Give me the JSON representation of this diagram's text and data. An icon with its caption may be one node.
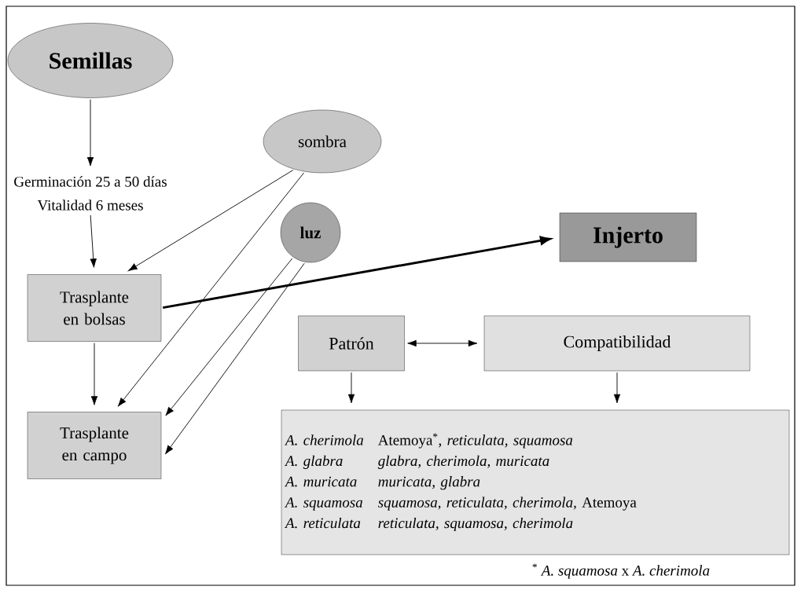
{
  "diagram": {
    "nodes": [
      {
        "text": [
          "Semillas"
        ]
      },
      {
        "text": [
          "Germinación 25 a 50 días",
          "Vitalidad 6 meses"
        ]
      },
      {
        "text": [
          "sombra"
        ]
      },
      {
        "text": [
          "luz"
        ]
      },
      {
        "text": [
          "Trasplante en bolsas"
        ]
      },
      {
        "text": [
          "Injerto"
        ]
      },
      {
        "text": [
          "Patrón"
        ]
      },
      {
        "text": [
          "Compatibilidad"
        ]
      },
      {
        "text": [
          "Trasplante en campo"
        ]
      },
      {
        "text": [
          "A. cherimola",
          "Atemoya$^{*}$, *reticulata, squamosa*",
          "A. glabra",
          "glabra, cherimola, muricata",
          "A. muricata",
          "muricata, glabra",
          "A. squamosa",
          "*squamosa, reticulata, cherimola,* Atemoya",
          "A. reticulata",
          "reticulata, squamosa, cherimola"
        ]
      }
    ],
    "edges": [
      {
        "from": 0,
        "to": 1,
        "arrow": "to"
      },
      {
        "from": 1,
        "to": 4,
        "arrow": "to"
      },
      {
        "from": 2,
        "to": 4,
        "arrow": "to"
      },
      {
        "from": 2,
        "to": 8,
        "arrow": "to"
      },
      {
        "from": 3,
        "to": 8,
        "arrow": "to"
      },
      {
        "from": 3,
        "to": 8,
        "arrow": "to"
      },
      {
        "from": 4,
        "to": 8,
        "arrow": "to"
      },
      {
        "from": 4,
        "to": 5,
        "arrow": "to",
        "style": "thick"
      },
      {
        "from": 6,
        "to": 7,
        "arrow": "both"
      },
      {
        "from": 6,
        "to": 9,
        "arrow": "to"
      },
      {
        "from": 7,
        "to": 9,
        "arrow": "to"
      }
    ],
    "labels": [
      "$^{*}$ *A. squamosa* x *A. cherimola*"
    ]
  }
}
